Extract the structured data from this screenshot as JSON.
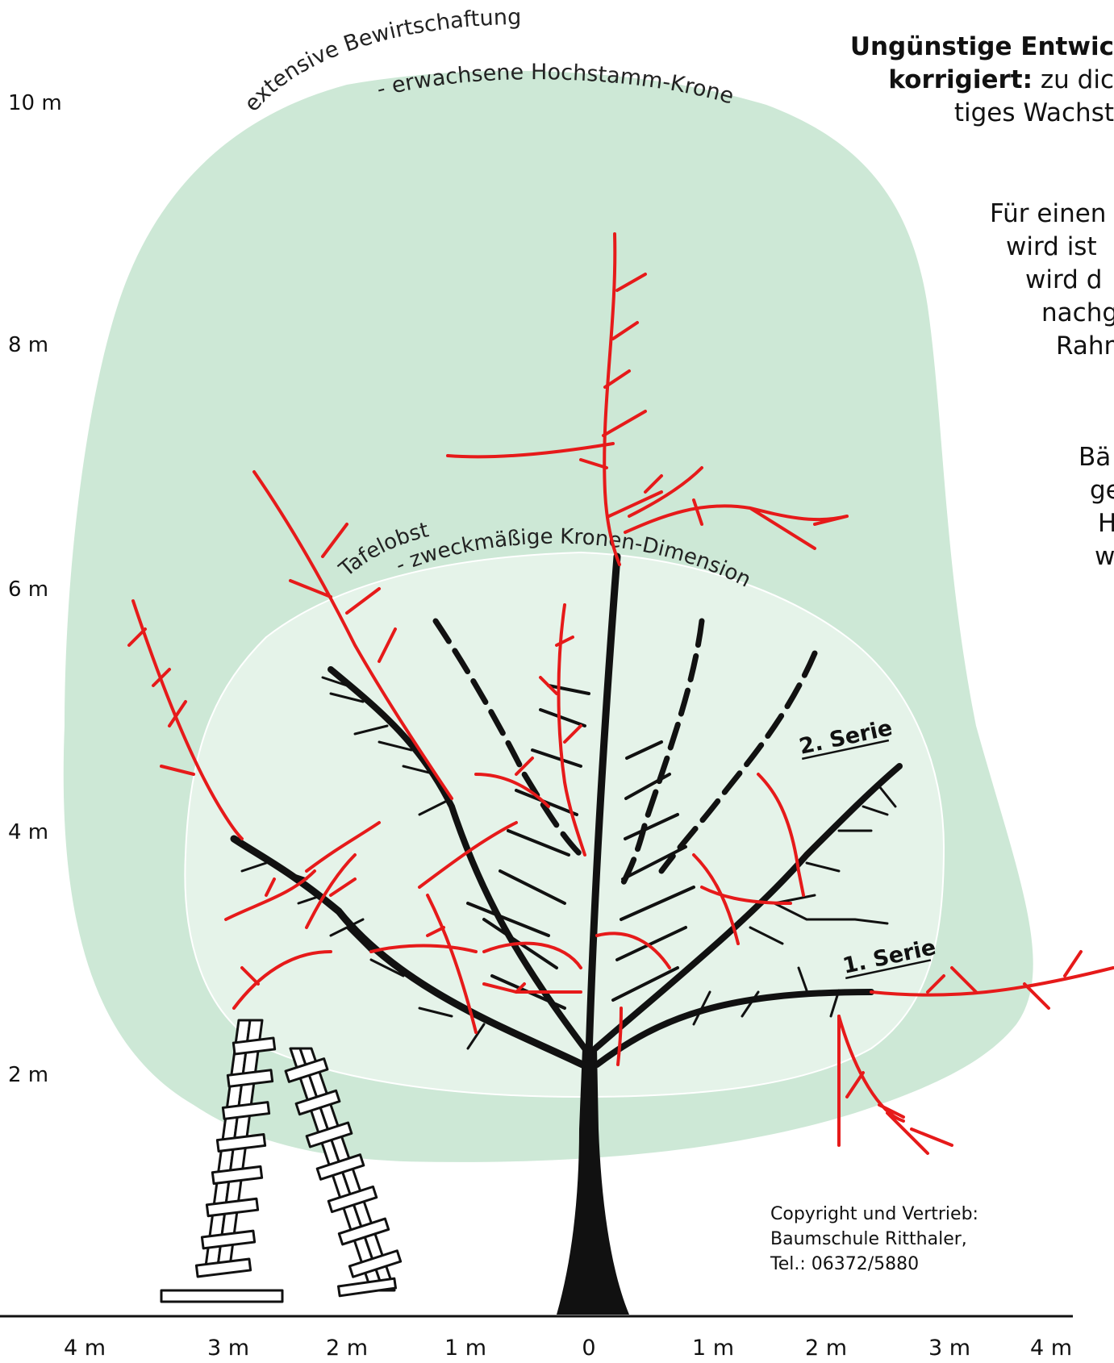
{
  "colors": {
    "outer_crown": "#cde8d6",
    "inner_crown": "#e5f3e9",
    "pruned_branch": "#e61a1a",
    "tree": "#111111",
    "ground": "#111111"
  },
  "y_axis": [
    "10 m",
    "8 m",
    "6 m",
    "4 m",
    "2 m"
  ],
  "x_axis": [
    "4 m",
    "3 m",
    "2 m",
    "1 m",
    "0",
    "1 m",
    "2 m",
    "3 m",
    "4 m"
  ],
  "labels": {
    "outer_1": "extensive Bewirtschaftung",
    "outer_2": "- erwachsene Hochstamm-Krone",
    "inner_1": "Tafelobst",
    "inner_2": "- zweckmäßige Kronen-Dimension",
    "serie_2": "2. Serie",
    "serie_1": "1. Serie"
  },
  "description": {
    "line1_bold": "Ungünstige Entwic",
    "line2_bold": "korrigiert:",
    "line2_rest": " zu dic",
    "line3": "tiges Wachst",
    "p2": [
      "Für einen",
      "wird ist",
      "wird d",
      "nachg",
      "Rahm"
    ],
    "p3": [
      "Bä",
      "ge",
      "H",
      "w"
    ]
  },
  "copyright": [
    "Copyright und Vertrieb:",
    "Baumschule Ritthaler,",
    "Tel.: 06372/5880"
  ],
  "icons": [
    "ladder-icon",
    "tree-illustration"
  ]
}
